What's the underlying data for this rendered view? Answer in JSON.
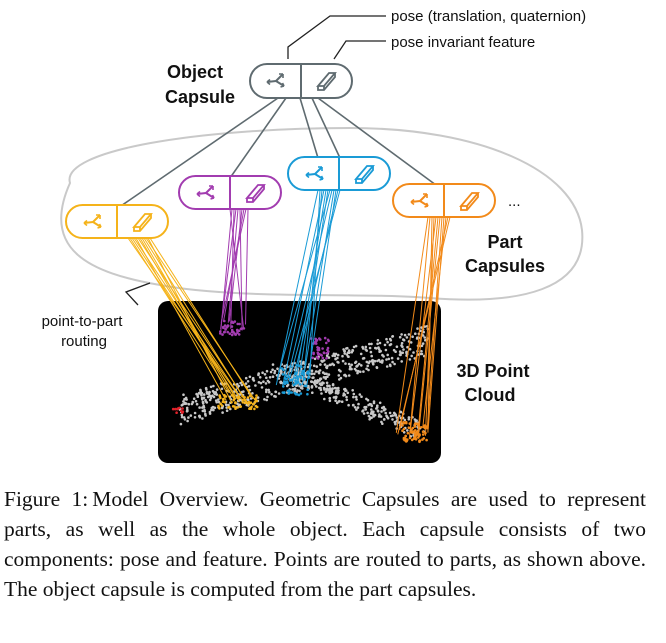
{
  "figure": {
    "labels": {
      "object_capsule_line1": "Object",
      "object_capsule_line2": "Capsule",
      "pose_annotation": "pose (translation, quaternion)",
      "feature_annotation": "pose invariant feature",
      "part_capsules_line1": "Part",
      "part_capsules_line2": "Capsules",
      "routing_line1": "point-to-part",
      "routing_line2": "routing",
      "point_cloud_line1": "3D Point",
      "point_cloud_line2": "Cloud",
      "ellipsis": "..."
    },
    "colors": {
      "object_capsule": "#5f6b70",
      "part_yellow": "#f5b31a",
      "part_purple": "#a23cb0",
      "part_blue": "#1a9bd6",
      "part_orange": "#f28a1a",
      "point_cloud_bg": "#000000",
      "points": "#c8c8c8",
      "oval": "#c9c9c9"
    },
    "icons": {
      "pose": "axes-icon",
      "feature": "box-icon"
    }
  },
  "caption": {
    "label": "Figure 1:",
    "text": "Model Overview. Geometric Capsules are used to represent parts, as well as the whole object. Each capsule consists of two components: pose and feature. Points are routed to parts, as shown above. The object capsule is computed from the part capsules."
  }
}
